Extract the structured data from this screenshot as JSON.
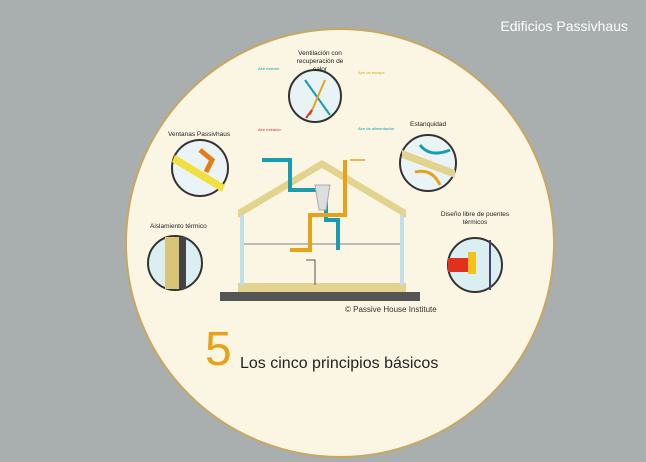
{
  "header": {
    "title": "Edificios Passivhaus"
  },
  "labels": {
    "ventilation": "Ventilación con recuperación de calor",
    "outside_air": "Aire exterior",
    "exhaust_air": "Aire de escape",
    "extract_air": "Aire extraído",
    "supply_air": "Aire de alimentación",
    "windows": "Ventanas Passivhaus",
    "airtightness": "Estanquidad",
    "insulation": "Aislamiento térmico",
    "thermal_bridge": "Diseño libre de puentes térmicos"
  },
  "copyright": "© Passive House Institute",
  "footer": {
    "number": "5",
    "text": "Los cinco principios básicos"
  },
  "colors": {
    "background": "#a9aeae",
    "circle": "#fbf6e4",
    "accent": "#e8a21a",
    "supply": "#1a9bb0",
    "wall": "#e2d38f"
  }
}
